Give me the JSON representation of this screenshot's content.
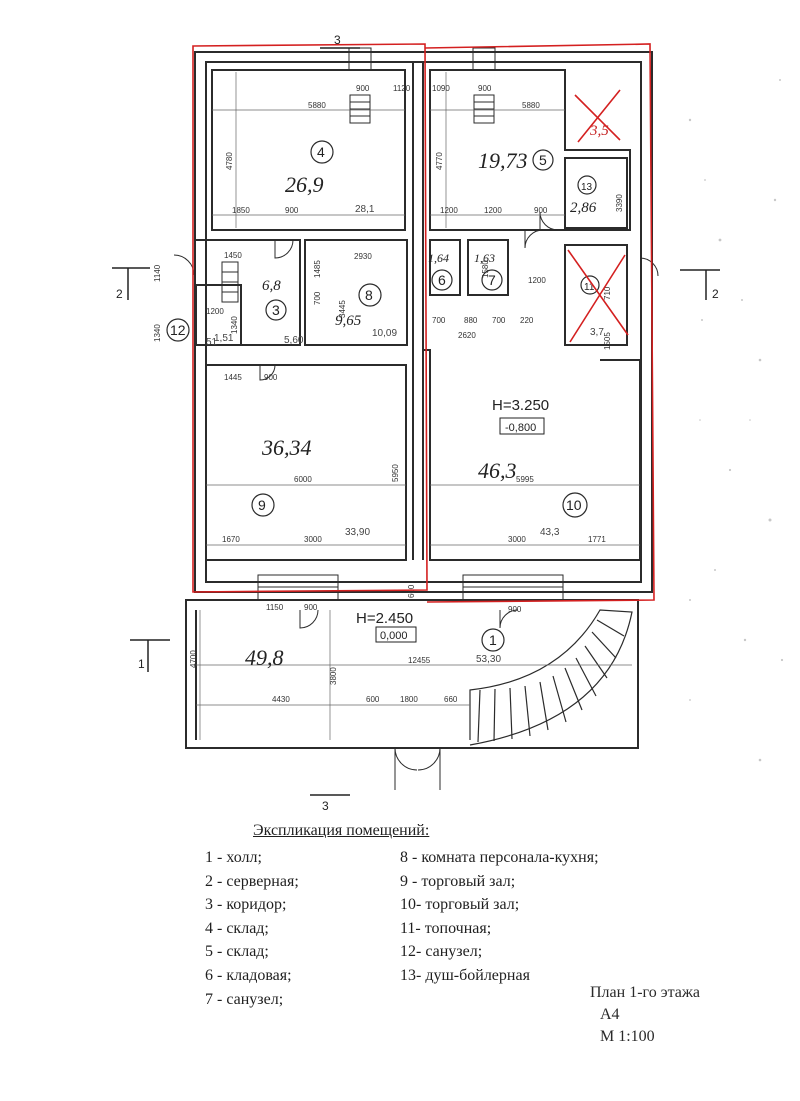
{
  "plan": {
    "section_marks": {
      "s3": "3",
      "s2": "2",
      "s1": "1"
    },
    "rooms": {
      "r1": "1",
      "r3": "3",
      "r4": "4",
      "r5": "5",
      "r6": "6",
      "r7": "7",
      "r8": "8",
      "r9": "9",
      "r10": "10",
      "r11": "11",
      "r12": "12",
      "r13": "13"
    },
    "handwritten": {
      "a4": "26,9",
      "a5": "19,73",
      "a3": "6,8",
      "a8": "9,65",
      "a9": "36,34",
      "a10": "46,3",
      "a1": "49,8",
      "a13": "2,86",
      "a6": "1,64",
      "a7": "1,63",
      "a11": "3,5",
      "a12": "51"
    },
    "printed_areas": {
      "p4": "28,1",
      "p8": "10,09",
      "p3": "5,60",
      "p9": "33,90",
      "p10": "43,3",
      "p1": "53,30",
      "p12": "1,51",
      "p11": "3,7"
    },
    "levels": {
      "upper": "H=3.250",
      "upper_box": "-0,800",
      "lower": "H=2.450",
      "lower_box": "0,000"
    },
    "dims": {
      "d900a": "900",
      "d1120": "1120",
      "d1090": "1090",
      "d900b": "900",
      "d5880a": "5880",
      "d5880b": "5880",
      "d4780": "4780",
      "d4770": "4770",
      "d1850": "1850",
      "d900c": "900",
      "d1200a": "1200",
      "d1200b": "1200",
      "d900d": "900",
      "d3390": "3390",
      "d1450": "1450",
      "d2930": "2930",
      "d1485": "1485",
      "d3445": "3445",
      "d700a": "700",
      "d2620": "2620",
      "d700b": "700",
      "d880": "880",
      "d700c": "700",
      "d220": "220",
      "d1200c": "1200",
      "d1140": "1140",
      "d1340": "1340",
      "d1200d": "1200",
      "d1340b": "1340",
      "d1445": "1445",
      "d900e": "900",
      "d6000": "6000",
      "d5950": "5950",
      "d5995": "5995",
      "d1670": "1670",
      "d3000a": "3000",
      "d3000b": "3000",
      "d1771": "1771",
      "d600a": "600",
      "d1150": "1150",
      "d900f": "900",
      "d900g": "900",
      "d4700": "4700",
      "d3800": "3800",
      "d12455": "12455",
      "d4430": "4430",
      "d600b": "600",
      "d1800": "1800",
      "d660": "660",
      "d1580": "1580",
      "d710": "710",
      "d1505": "1505"
    }
  },
  "legend": {
    "title": "Экспликация помещений:",
    "left": [
      "1 - холл;",
      "2 - серверная;",
      "3 - коридор;",
      "4 - склад;",
      "5 - склад;",
      "6 - кладовая;",
      "7 - санузел;"
    ],
    "right": [
      "8 - комната персонала-кухня;",
      "9 - торговый зал;",
      "10- торговый зал;",
      "11- топочная;",
      "12- санузел;",
      "13- душ-бойлерная"
    ]
  },
  "stamp": {
    "title": "План 1-го этажа",
    "sheet": "А4",
    "scale": "М 1:100"
  },
  "colors": {
    "ink": "#2b2b2b",
    "markup": "#d42020",
    "paper": "#ffffff"
  }
}
